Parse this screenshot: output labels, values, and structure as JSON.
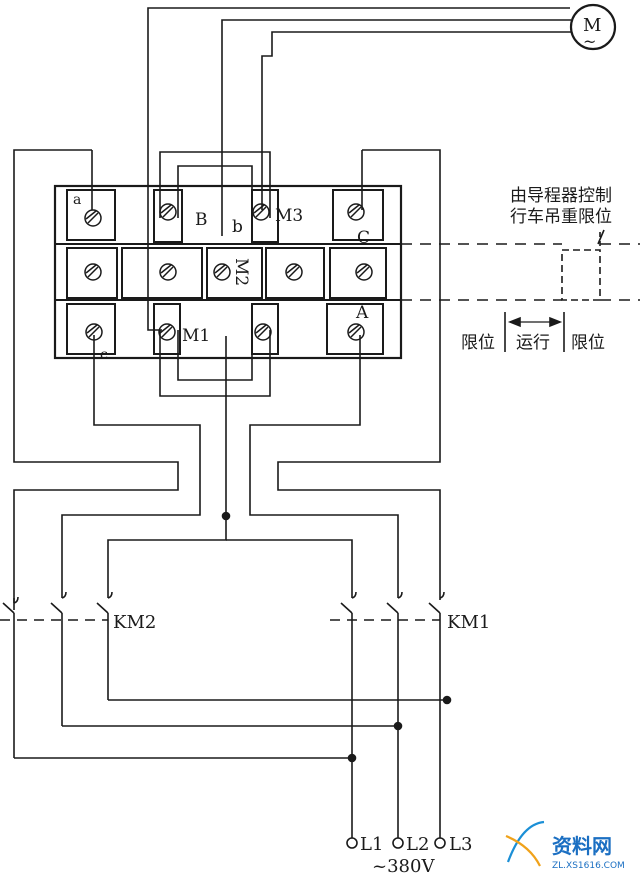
{
  "motor": {
    "label": "M",
    "symbol": "~"
  },
  "terminals": {
    "a": "a",
    "b": "b",
    "c": "c",
    "A": "A",
    "B": "B",
    "C": "C",
    "M1": "M1",
    "M2": "M2",
    "M3": "M3"
  },
  "limit_note": {
    "line1": "由导程器控制",
    "line2": "行车吊重限位"
  },
  "travel": {
    "left": "限位",
    "center": "运行",
    "right": "限位"
  },
  "contactors": {
    "km1": "KM1",
    "km2": "KM2"
  },
  "supply": {
    "l1": "L1",
    "l2": "L2",
    "l3": "L3",
    "voltage": "~380V"
  },
  "watermark": {
    "text": "资料网",
    "url": "ZL.XS1616.COM"
  }
}
